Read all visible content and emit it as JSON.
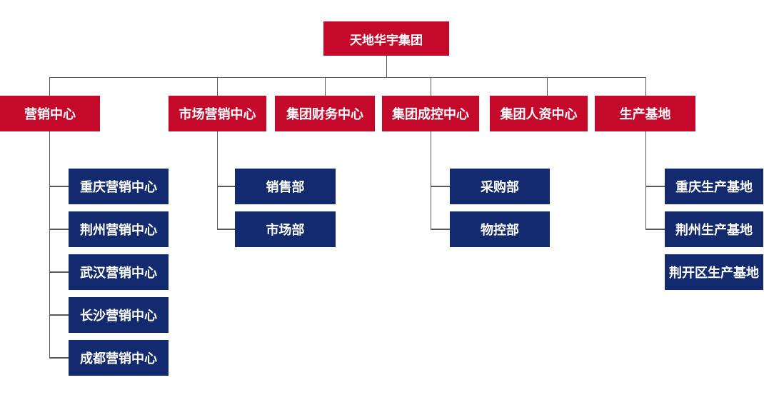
{
  "org_chart": {
    "root": {
      "label": "天地华宇集团"
    },
    "level2": [
      {
        "label": "营销中心"
      },
      {
        "label": "市场营销中心"
      },
      {
        "label": "集团财务中心"
      },
      {
        "label": "集团成控中心"
      },
      {
        "label": "集团人资中心"
      },
      {
        "label": "生产基地"
      }
    ],
    "children": {
      "marketing_center": [
        {
          "label": "重庆营销中心"
        },
        {
          "label": "荆州营销中心"
        },
        {
          "label": "武汉营销中心"
        },
        {
          "label": "长沙营销中心"
        },
        {
          "label": "成都营销中心"
        }
      ],
      "market_sales_center": [
        {
          "label": "销售部"
        },
        {
          "label": "市场部"
        }
      ],
      "cost_control_center": [
        {
          "label": "采购部"
        },
        {
          "label": "物控部"
        }
      ],
      "production_base": [
        {
          "label": "重庆生产基地"
        },
        {
          "label": "荆州生产基地"
        },
        {
          "label": "荆开区生产基地"
        }
      ]
    },
    "colors": {
      "center_box_red": "#c4092b",
      "department_box_blue": "#132b6e",
      "connector_gray": "#5a5a5a",
      "label_text": "#ffffff"
    }
  }
}
